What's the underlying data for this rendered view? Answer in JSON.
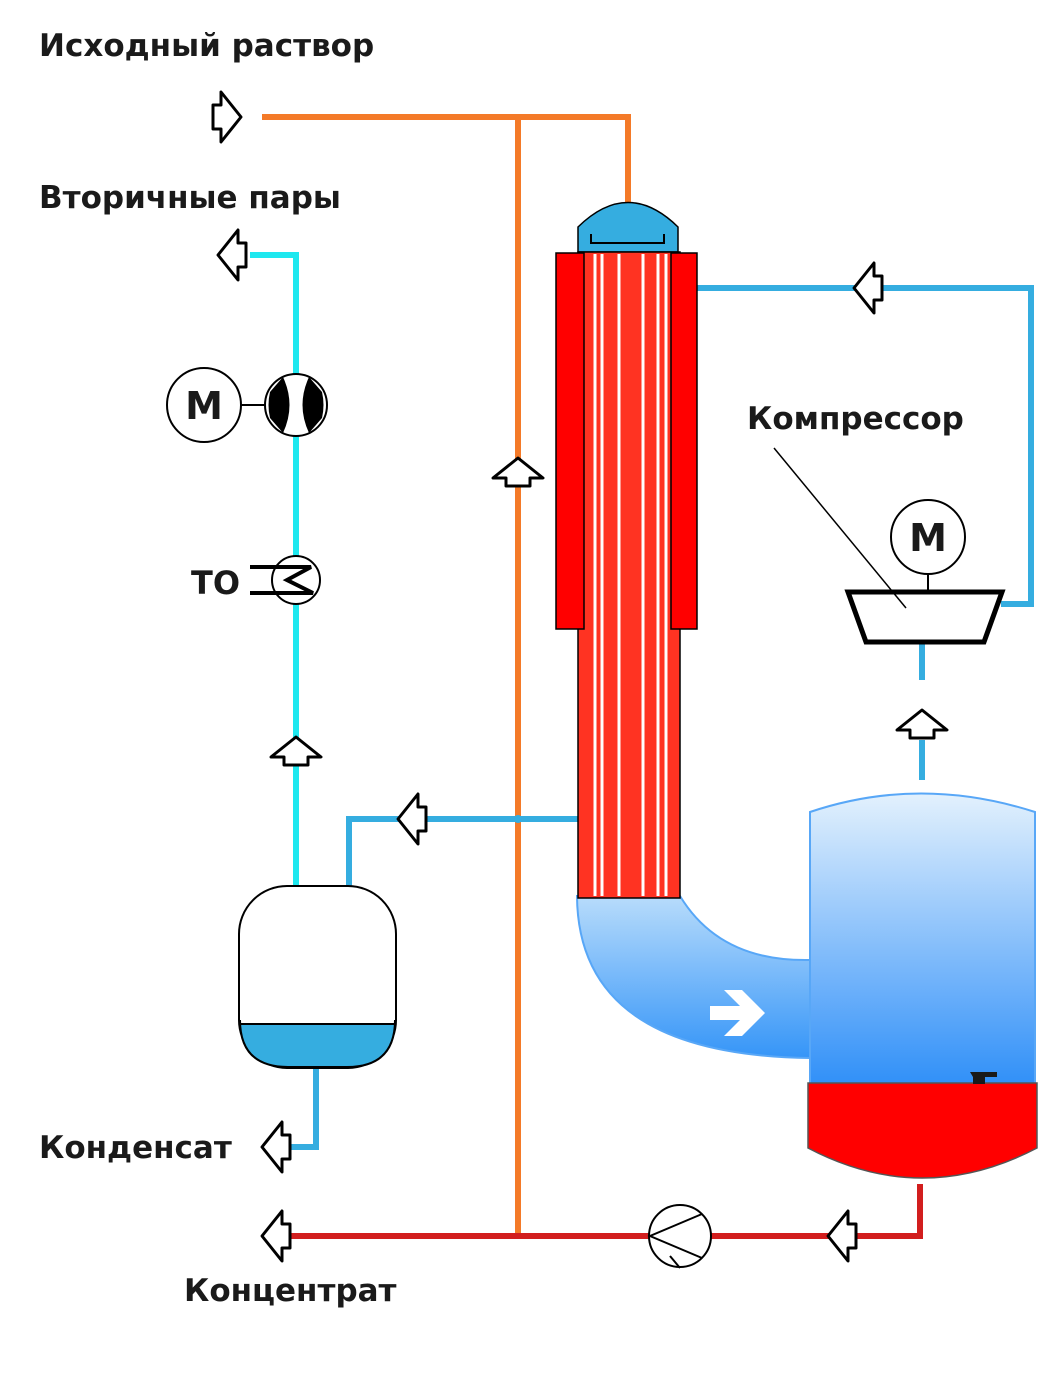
{
  "labels": {
    "feed": "Исходный раствор",
    "vapors": "Вторичные пары",
    "compressor": "Компрессор",
    "condensate": "Конденсат",
    "concentrate": "Концентрат",
    "motor_vacuum": "М",
    "motor_compressor": "М",
    "heat_exchanger": "ТО"
  },
  "colors": {
    "feed_line": "#f47a28",
    "secondary_vapor": "#1ee8ef",
    "steam_line": "#35ade0",
    "concentrate_line": "#d21e1e",
    "heating_jacket": "#ff0000",
    "tube_bundle": "#ff3322",
    "condensate_liquid": "#35ade0"
  }
}
